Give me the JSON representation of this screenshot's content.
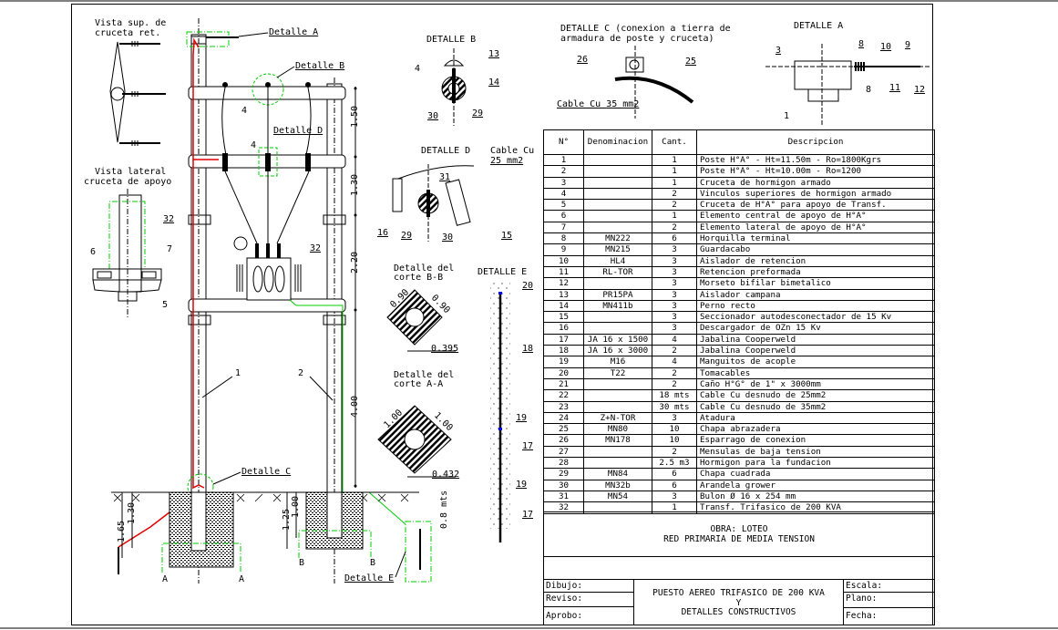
{
  "drawing": {
    "views": {
      "vista_sup": [
        "Vista sup. de",
        "cruceta ret."
      ],
      "vista_lat": [
        "Vista lateral",
        "cruceta de apoyo"
      ],
      "corte_bb": [
        "Detalle del",
        "corte B-B"
      ],
      "corte_aa": [
        "Detalle del",
        "corte A-A"
      ]
    },
    "callouts": {
      "detalle_a": "Detalle A",
      "detalle_b": "Detalle B",
      "detalle_c": "Detalle C",
      "detalle_d": "Detalle D",
      "detalle_e": "Detalle E"
    },
    "dimensions": {
      "d150": "1.50",
      "d130": "1.30",
      "d220": "2.20",
      "d400": "4.00",
      "d165": "1.65",
      "d130b": "1.30",
      "d125": "1.25",
      "d100": "1.00",
      "d08": "0.8 mts",
      "bb_side1": "0.90",
      "bb_side2": "0.90",
      "bb_hole": "0.395",
      "aa_side1": "1.00",
      "aa_side2": "1.00",
      "aa_hole": "0.432"
    },
    "section_marks": {
      "a": "A",
      "b": "B"
    },
    "item_tags": [
      "1",
      "2",
      "3",
      "4",
      "5",
      "6",
      "7",
      "8",
      "9",
      "10",
      "11",
      "12",
      "13",
      "14",
      "15",
      "16",
      "17",
      "18",
      "19",
      "20",
      "25",
      "26",
      "29",
      "30",
      "31",
      "32"
    ],
    "detail_titles": {
      "b": "DETALLE B",
      "c": [
        "DETALLE C (conexion a tierra de",
        "armadura de poste y cruceta)"
      ],
      "a": "DETALLE A",
      "d": "DETALLE D",
      "e": "DETALLE E"
    },
    "cable_labels": {
      "c": "Cable Cu 35 mm2",
      "d": [
        "Cable Cu",
        "25 mm2"
      ]
    },
    "colors": {
      "ground_wire": "#e00000",
      "highlight": "#00cc00",
      "marker": "#0000ff"
    }
  },
  "table": {
    "headers": [
      "N°",
      "Denominacion",
      "Cant.",
      "Descripcion"
    ],
    "rows": [
      [
        "1",
        "",
        "1",
        "Poste H°A° - Ht=11.50m - Ro=1800Kgrs"
      ],
      [
        "2",
        "",
        "1",
        "Poste H°A° - Ht=10.00m - Ro=1200"
      ],
      [
        "3",
        "",
        "1",
        "Cruceta de hormigon armado"
      ],
      [
        "4",
        "",
        "2",
        "Vinculos superiores de hormigon armado"
      ],
      [
        "5",
        "",
        "2",
        "Cruceta de H°A° para apoyo de Transf."
      ],
      [
        "6",
        "",
        "1",
        "Elemento central de apoyo de H°A°"
      ],
      [
        "7",
        "",
        "2",
        "Elemento lateral de apoyo de H°A°"
      ],
      [
        "8",
        "MN222",
        "6",
        "Horquilla terminal"
      ],
      [
        "9",
        "MN215",
        "3",
        "Guardacabo"
      ],
      [
        "10",
        "HL4",
        "3",
        "Aislador de retencion"
      ],
      [
        "11",
        "RL-TOR",
        "3",
        "Retencion preformada"
      ],
      [
        "12",
        "",
        "3",
        "Morseto bifilar bimetalico"
      ],
      [
        "13",
        "PR15PA",
        "3",
        "Aislador campana"
      ],
      [
        "14",
        "MN411b",
        "3",
        "Perno recto"
      ],
      [
        "15",
        "",
        "3",
        "Seccionador autodesconectador de 15 Kv"
      ],
      [
        "16",
        "",
        "3",
        "Descargador de OZn 15 Kv"
      ],
      [
        "17",
        "JA 16 x 1500",
        "4",
        "Jabalina Cooperweld"
      ],
      [
        "18",
        "JA 16 x 3000",
        "2",
        "Jabalina Cooperweld"
      ],
      [
        "19",
        "M16",
        "4",
        "Manguitos de acople"
      ],
      [
        "20",
        "T22",
        "2",
        "Tomacables"
      ],
      [
        "21",
        "",
        "2",
        "Caño H°G° de 1\" x 3000mm"
      ],
      [
        "22",
        "",
        "18 mts",
        "Cable Cu desnudo de 25mm2"
      ],
      [
        "23",
        "",
        "30 mts",
        "Cable Cu desnudo de 35mm2"
      ],
      [
        "24",
        "Z+N-TOR",
        "3",
        "Atadura"
      ],
      [
        "25",
        "MN80",
        "10",
        "Chapa abrazadera"
      ],
      [
        "26",
        "MN178",
        "10",
        "Esparrago de conexion"
      ],
      [
        "27",
        "",
        "2",
        "Mensulas de baja tension"
      ],
      [
        "28",
        "",
        "2.5 m3",
        "Hormigon para la fundacion"
      ],
      [
        "29",
        "MN84",
        "6",
        "Chapa cuadrada"
      ],
      [
        "30",
        "MN32b",
        "6",
        "Arandela grower"
      ],
      [
        "31",
        "MN54",
        "3",
        "Bulon Ø 16 x 254 mm"
      ],
      [
        "32",
        "",
        "1",
        "Transf. Trifasico de 200 KVA"
      ]
    ]
  },
  "title_block": {
    "obra_line1": "OBRA: LOTEO",
    "obra_line2": "RED PRIMARIA DE MEDIA TENSION",
    "dibujo": "Dibujo:",
    "reviso": "Reviso:",
    "aprobo": "Aprobo:",
    "title_line1": "PUESTO AEREO TRIFASICO DE 200 KVA",
    "title_line2": "Y",
    "title_line3": "DETALLES CONSTRUCTIVOS",
    "escala": "Escala:",
    "plano": "Plano:",
    "fecha": "Fecha:"
  }
}
